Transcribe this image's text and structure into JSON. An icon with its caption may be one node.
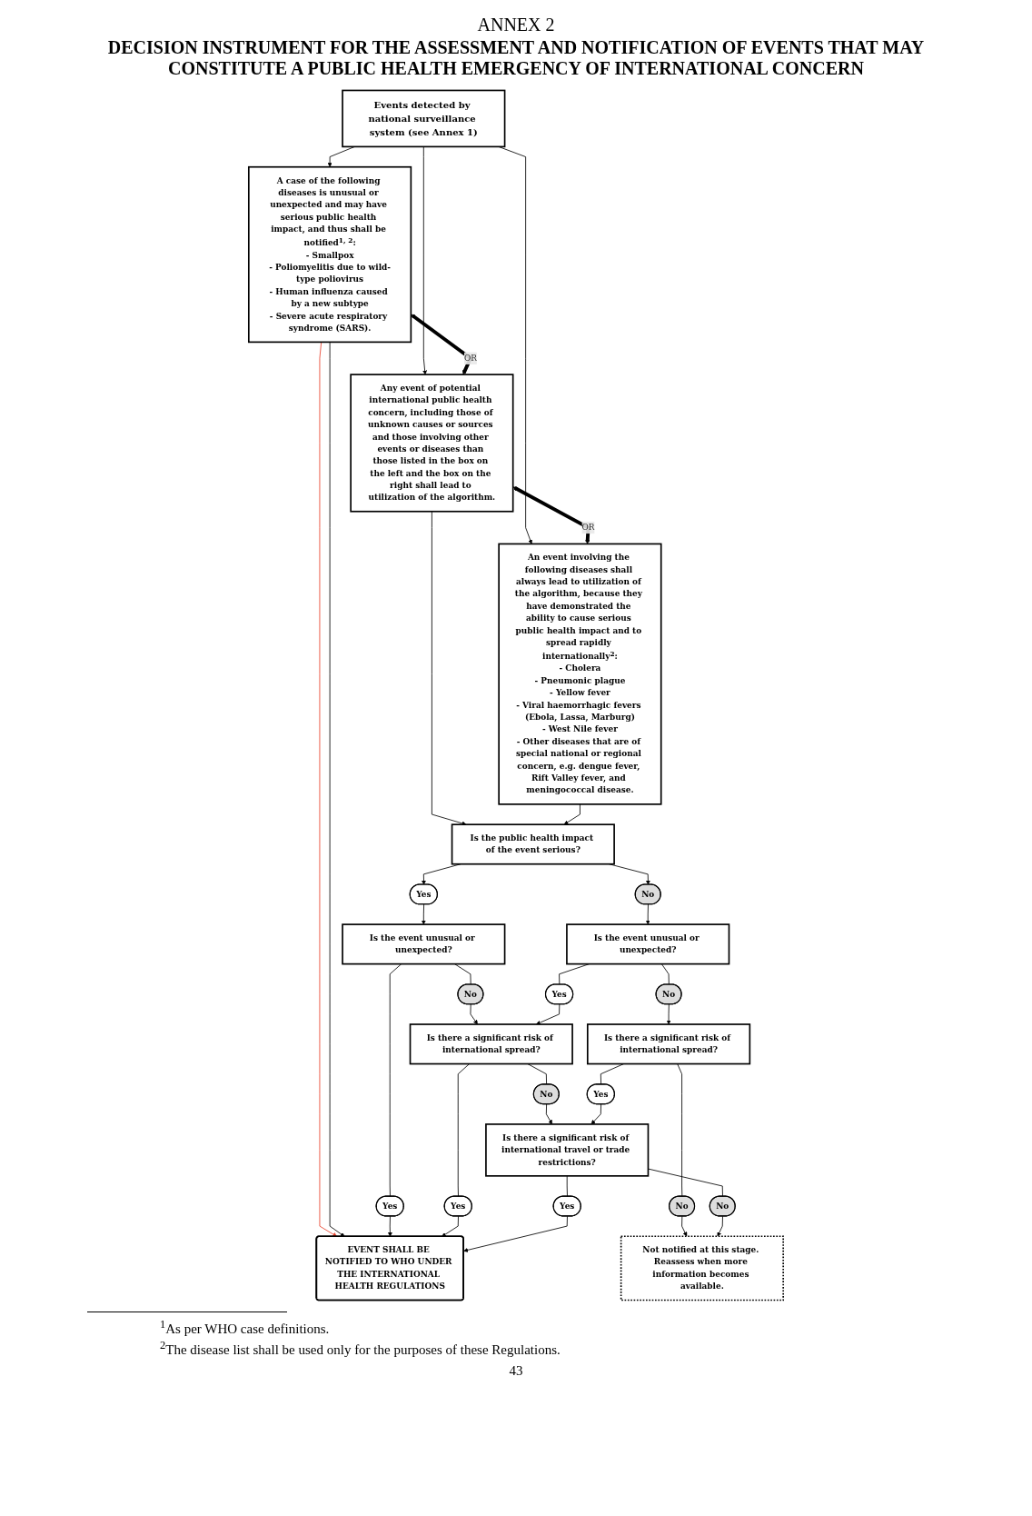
{
  "diagram": {
    "title": "DECISION INSTRUMENT FOR THE ASSESSMENT AND NOTIFICATION OF EVENTS THAT MAY CONSTITUTE A PUBLIC HEALTH EMERGENCY OF INTERNATIONAL CONCERN",
    "nodes": [
      {
        "text": [
          "Events detected by national surveillance system (see Annex 1)"
        ]
      },
      {
        "text": [
          "A case of the following diseases is unusual or unexpected and may have serious public health impact, and thus shall be notified$^{1, 2}$:",
          "- Smallpox",
          "- Poliomyelitis due to wild-type poliovirus",
          "- Human influenza caused by a new subtype",
          "- Severe acute respiratory syndrome (SARS)."
        ]
      },
      {
        "text": [
          "Any event of potential international public health concern, including those of unknown causes or sources and those involving other events or diseases than those listed in the box on the left and the box on the right shall lead to utilization of the algorithm."
        ]
      },
      {
        "text": [
          "An event involving the following diseases shall always lead to utilization of the algorithm, because they have demonstrated the ability to cause serious public health impact and to spread rapidly internationally$^{2}$:",
          "- Cholera",
          "- Pneumonic plague",
          "- Yellow fever",
          "- Viral haemorrhagic fevers (Ebola, Lassa, Marburg)",
          "- West Nile fever",
          "- Other diseases that are of special national or regional concern, e.g. dengue fever, Rift Valley fever, and meningococcal disease."
        ]
      },
      {
        "text": [
          "Is the public health impact of the event serious?"
        ]
      },
      {
        "text": [
          "Yes"
        ]
      },
      {
        "text": [
          "No"
        ]
      },
      {
        "text": [
          "Is the event unusual or unexpected?"
        ]
      },
      {
        "text": [
          "Is the event unusual or unexpected?"
        ]
      },
      {
        "text": [
          "Yes"
        ]
      },
      {
        "text": [
          "No"
        ]
      },
      {
        "text": [
          "Yes"
        ]
      },
      {
        "text": [
          "No"
        ]
      },
      {
        "text": [
          "Is there a significant risk of international spread?"
        ]
      },
      {
        "text": [
          "Is there a significant risk of international spread?"
        ]
      },
      {
        "text": [
          "Yes"
        ]
      },
      {
        "text": [
          "No"
        ]
      },
      {
        "text": [
          "Yes"
        ]
      },
      {
        "text": [
          "No"
        ]
      },
      {
        "text": [
          "Is there a significant risk of international travel or trade restrictions?"
        ]
      },
      {
        "text": [
          "Yes"
        ]
      },
      {
        "text": [
          "No"
        ]
      },
      {
        "text": [
          "Not notified at this stage. Reassess when more information becomes available."
        ]
      },
      {
        "text": [
          "EVENT SHALL BE NOTIFIED TO WHO UNDER THE INTERNATIONAL HEALTH REGULATIONS"
        ]
      }
    ],
    "edges": [
      {
        "from": 0,
        "to": 1,
        "arrow": "to"
      },
      {
        "from": 0,
        "to": 2,
        "arrow": "to"
      },
      {
        "from": 0,
        "to": 3,
        "arrow": "to"
      },
      {
        "from": 1,
        "to": 2,
        "arrow": "both",
        "label": "OR",
        "style": "thick"
      },
      {
        "from": 2,
        "to": 3,
        "arrow": "both",
        "label": "OR",
        "style": "thick"
      },
      {
        "from": 2,
        "to": 4,
        "arrow": "to"
      },
      {
        "from": 3,
        "to": 4,
        "arrow": "to"
      },
      {
        "from": 4,
        "to": 5,
        "arrow": "to"
      },
      {
        "from": 4,
        "to": 6,
        "arrow": "to"
      },
      {
        "from": 5,
        "to": 7,
        "arrow": "to"
      },
      {
        "from": 6,
        "to": 8,
        "arrow": "to"
      },
      {
        "from": 7,
        "to": 9,
        "arrow": "none"
      },
      {
        "from": 7,
        "to": 10,
        "arrow": "none"
      },
      {
        "from": 8,
        "to": 11,
        "arrow": "none"
      },
      {
        "from": 8,
        "to": 12,
        "arrow": "none"
      },
      {
        "from": 10,
        "to": 13,
        "arrow": "to"
      },
      {
        "from": 11,
        "to": 13,
        "arrow": "to"
      },
      {
        "from": 12,
        "to": 14,
        "arrow": "to"
      },
      {
        "from": 13,
        "to": 15,
        "arrow": "none"
      },
      {
        "from": 13,
        "to": 16,
        "arrow": "none"
      },
      {
        "from": 14,
        "to": 17,
        "arrow": "none"
      },
      {
        "from": 14,
        "to": 18,
        "arrow": "none"
      },
      {
        "from": 16,
        "to": 19,
        "arrow": "to"
      },
      {
        "from": 17,
        "to": 19,
        "arrow": "to"
      },
      {
        "from": 18,
        "to": 22,
        "arrow": "to"
      },
      {
        "from": 19,
        "to": 20,
        "arrow": "none"
      },
      {
        "from": 19,
        "to": 21,
        "arrow": "none"
      },
      {
        "from": 21,
        "to": 22,
        "arrow": "to"
      },
      {
        "from": 1,
        "to": 23,
        "arrow": "to",
        "color": "#e8412c"
      },
      {
        "from": 1,
        "to": 23,
        "arrow": "to"
      },
      {
        "from": 9,
        "to": 23,
        "arrow": "to"
      },
      {
        "from": 15,
        "to": 23,
        "arrow": "to"
      },
      {
        "from": 20,
        "to": 23,
        "arrow": "to"
      }
    ],
    "labels": [
      "ANNEX 2",
      "$^{1}$As per WHO case definitions.",
      "$^{2}$The disease list shall be used only for the purposes of these Regulations.",
      "43"
    ]
  }
}
